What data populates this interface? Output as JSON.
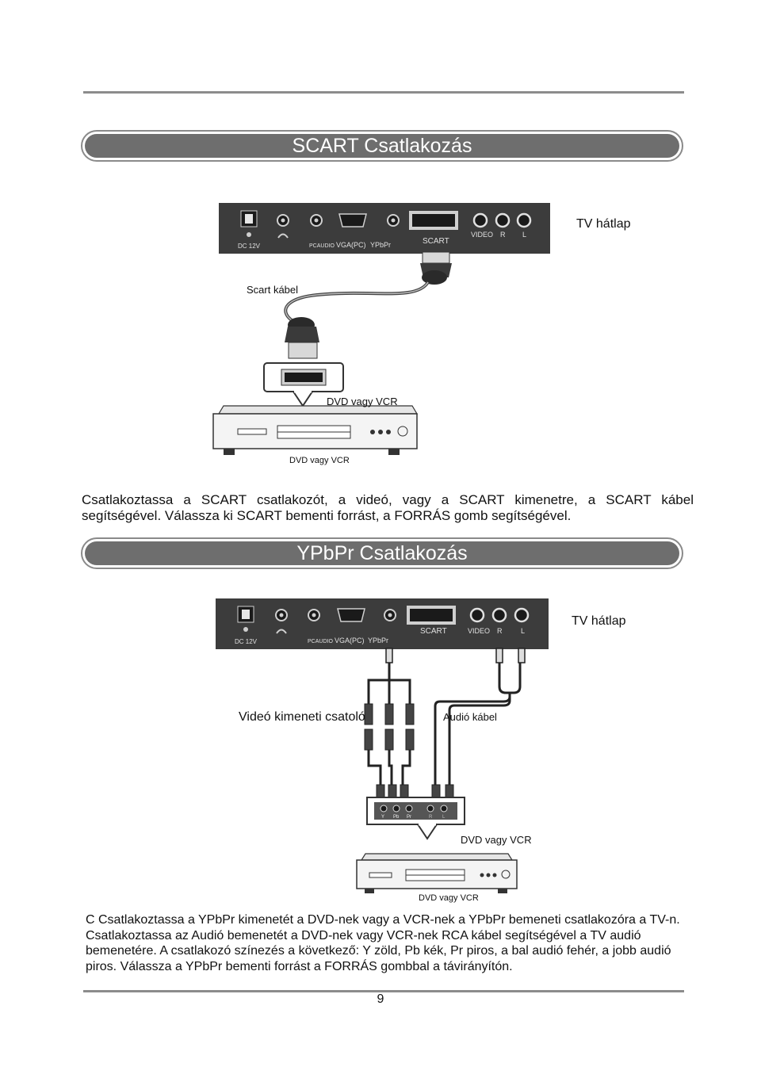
{
  "sections": {
    "scart": {
      "title": "SCART Csatlakozás",
      "tv_label": "TV hátlap",
      "cable_label": "Scart kábel",
      "device_label": "DVD vagy VCR",
      "device_caption": "DVD vagy VCR",
      "panel": {
        "dc": "DC 12V",
        "pc_audio": "PCAUDIO",
        "vga": "VGA(PC)",
        "ypbpr": "YPbPr",
        "scart": "SCART",
        "video": "VIDEO",
        "r": "R",
        "l": "L"
      },
      "paragraph_line1": "Csatlakoztassa a SCART csatlakozót, a videó, vagy a SCART kimenetre, a SCART kábel",
      "paragraph_line2": "segítségével. Válassza ki SCART bementi forrást, a FORRÁS gomb segítségével."
    },
    "ypbpr": {
      "title": "YPbPr Csatlakozás",
      "tv_label": "TV hátlap",
      "video_label": "Videó kimeneti csatoló",
      "audio_label": "Audió kábel",
      "device_label": "DVD vagy VCR",
      "device_caption": "DVD vagy VCR",
      "panel": {
        "dc": "DC 12V",
        "pc_audio": "PCAUDIO",
        "vga": "VGA(PC)",
        "ypbpr": "YPbPr",
        "scart": "SCART",
        "video": "VIDEO",
        "r": "R",
        "l": "L"
      },
      "jacks": {
        "y": "Y",
        "pb": "Pb",
        "pr": "Pr",
        "ar": "R",
        "al": "L"
      },
      "paragraph": "C Csatlakoztassa a YPbPr kimenetét a DVD-nek vagy a VCR-nek a YPbPr bemeneti csatlakozóra a TV-n. Csatlakoztassa az Audió bemenetét a DVD-nek vagy VCR-nek RCA kábel segítségével a TV audió bemenetére. A csatlakozó színezés a következő: Y zöld, Pb kék, Pr piros, a bal audió fehér, a jobb audió piros. Válassza a YPbPr bementi forrást a FORRÁS gombbal a távirányítón."
    }
  },
  "page_number": "9"
}
